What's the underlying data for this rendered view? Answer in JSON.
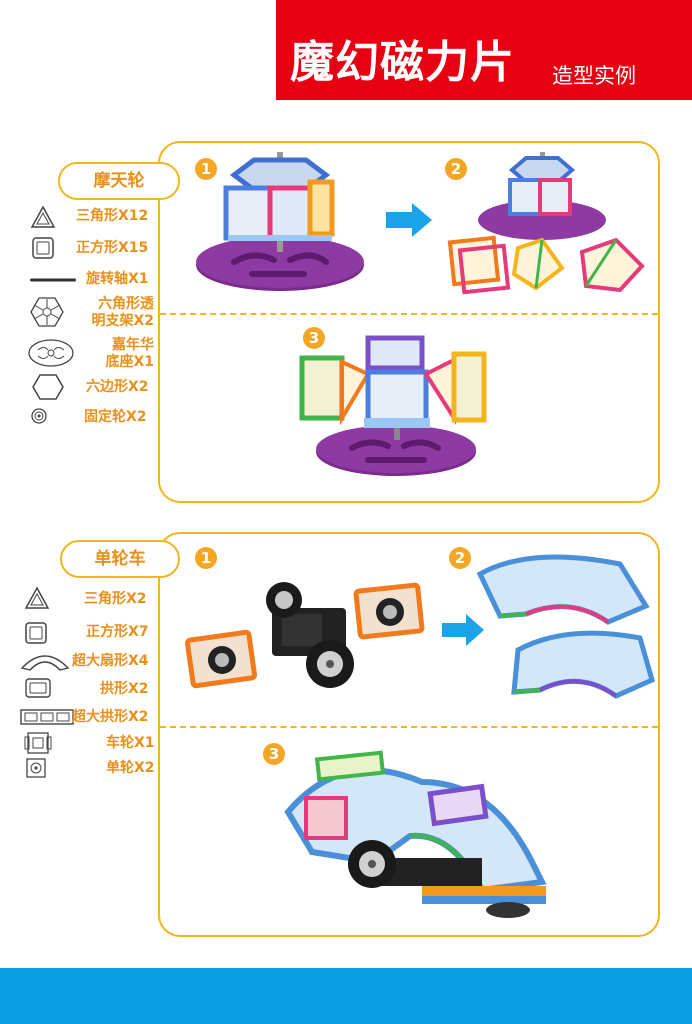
{
  "header": {
    "title": "魔幻磁力片",
    "subtitle": "造型实例"
  },
  "sections": [
    {
      "name": "摩天轮",
      "parts": [
        {
          "icon": "triangle-tile-icon",
          "label": "三角形X12"
        },
        {
          "icon": "square-tile-icon",
          "label": "正方形X15"
        },
        {
          "icon": "rotating-axle-icon",
          "label": "旋转轴X1"
        },
        {
          "icon": "hexagon-bracket-icon",
          "label": "六角形透\n明支架X2"
        },
        {
          "icon": "carnival-base-icon",
          "label": "嘉年华\n底座X1"
        },
        {
          "icon": "hexagon-tile-icon",
          "label": "六边形X2"
        },
        {
          "icon": "fixed-wheel-icon",
          "label": "固定轮X2"
        }
      ],
      "steps": [
        "1",
        "2",
        "3"
      ]
    },
    {
      "name": "单轮车",
      "parts": [
        {
          "icon": "triangle-tile-icon",
          "label": "三角形X2"
        },
        {
          "icon": "square-tile-icon",
          "label": "正方形X7"
        },
        {
          "icon": "large-fan-tile-icon",
          "label": "超大扇形X4"
        },
        {
          "icon": "arch-tile-icon",
          "label": "拱形X2"
        },
        {
          "icon": "large-arch-tile-icon",
          "label": "超大拱形X2"
        },
        {
          "icon": "car-wheel-icon",
          "label": "车轮X1"
        },
        {
          "icon": "single-wheel-icon",
          "label": "单轮X2"
        }
      ],
      "steps": [
        "1",
        "2",
        "3"
      ]
    }
  ],
  "colors": {
    "header": "#e60012",
    "accent": "#f2b51c",
    "text": "#e8901c",
    "footer": "#0aa0e3",
    "arrow": "#1aa3e8",
    "base": "#7a2a8c"
  }
}
